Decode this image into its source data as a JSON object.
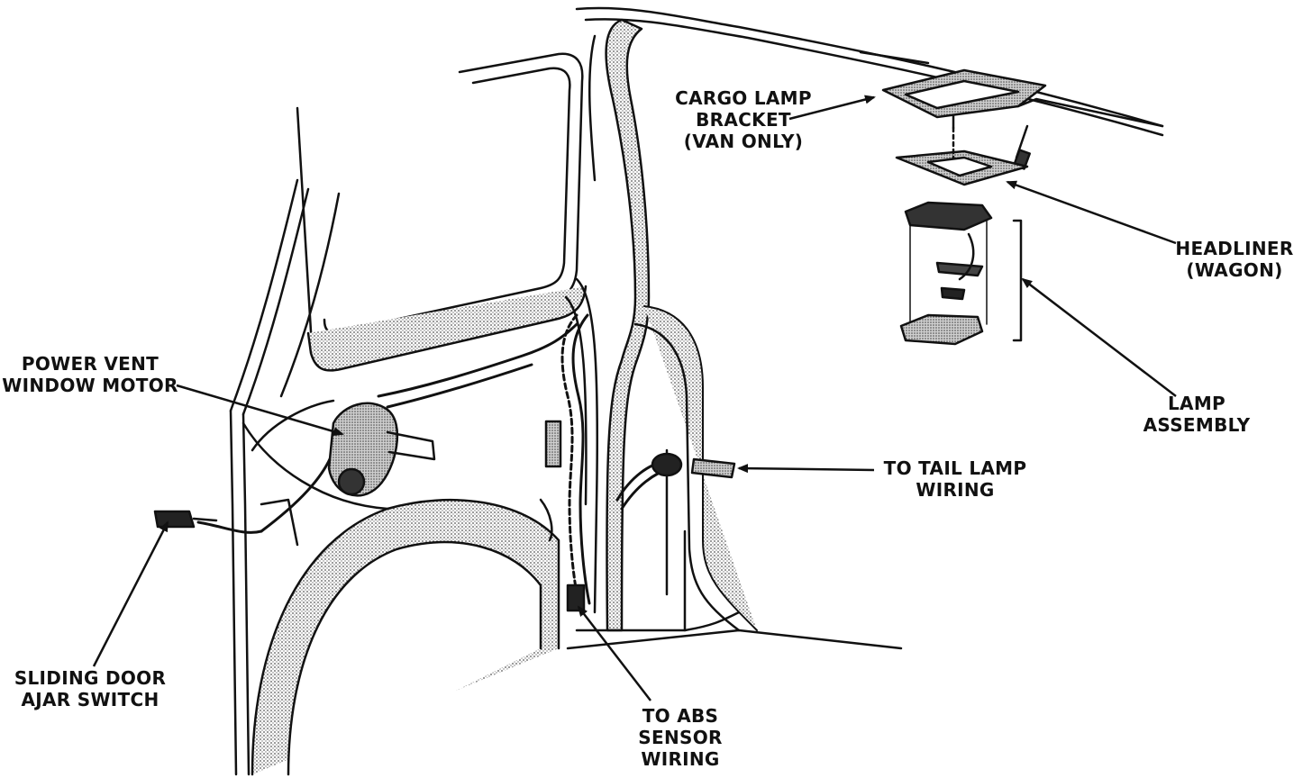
{
  "diagram": {
    "labels": {
      "cargo_lamp_bracket": [
        "CARGO LAMP",
        "BRACKET",
        "(VAN ONLY)"
      ],
      "headliner": [
        "HEADLINER",
        "(WAGON)"
      ],
      "lamp_assembly": [
        "LAMP",
        "ASSEMBLY"
      ],
      "power_vent_motor": [
        "POWER VENT",
        "WINDOW MOTOR"
      ],
      "tail_lamp_wiring": [
        "TO TAIL LAMP",
        "WIRING"
      ],
      "sliding_door_switch": [
        "SLIDING DOOR",
        "AJAR SWITCH"
      ],
      "abs_sensor_wiring": [
        "TO ABS",
        "SENSOR",
        "WIRING"
      ]
    },
    "colors": {
      "ink": "#111111",
      "stipple": "#9a9a9a",
      "background": "#ffffff"
    }
  }
}
